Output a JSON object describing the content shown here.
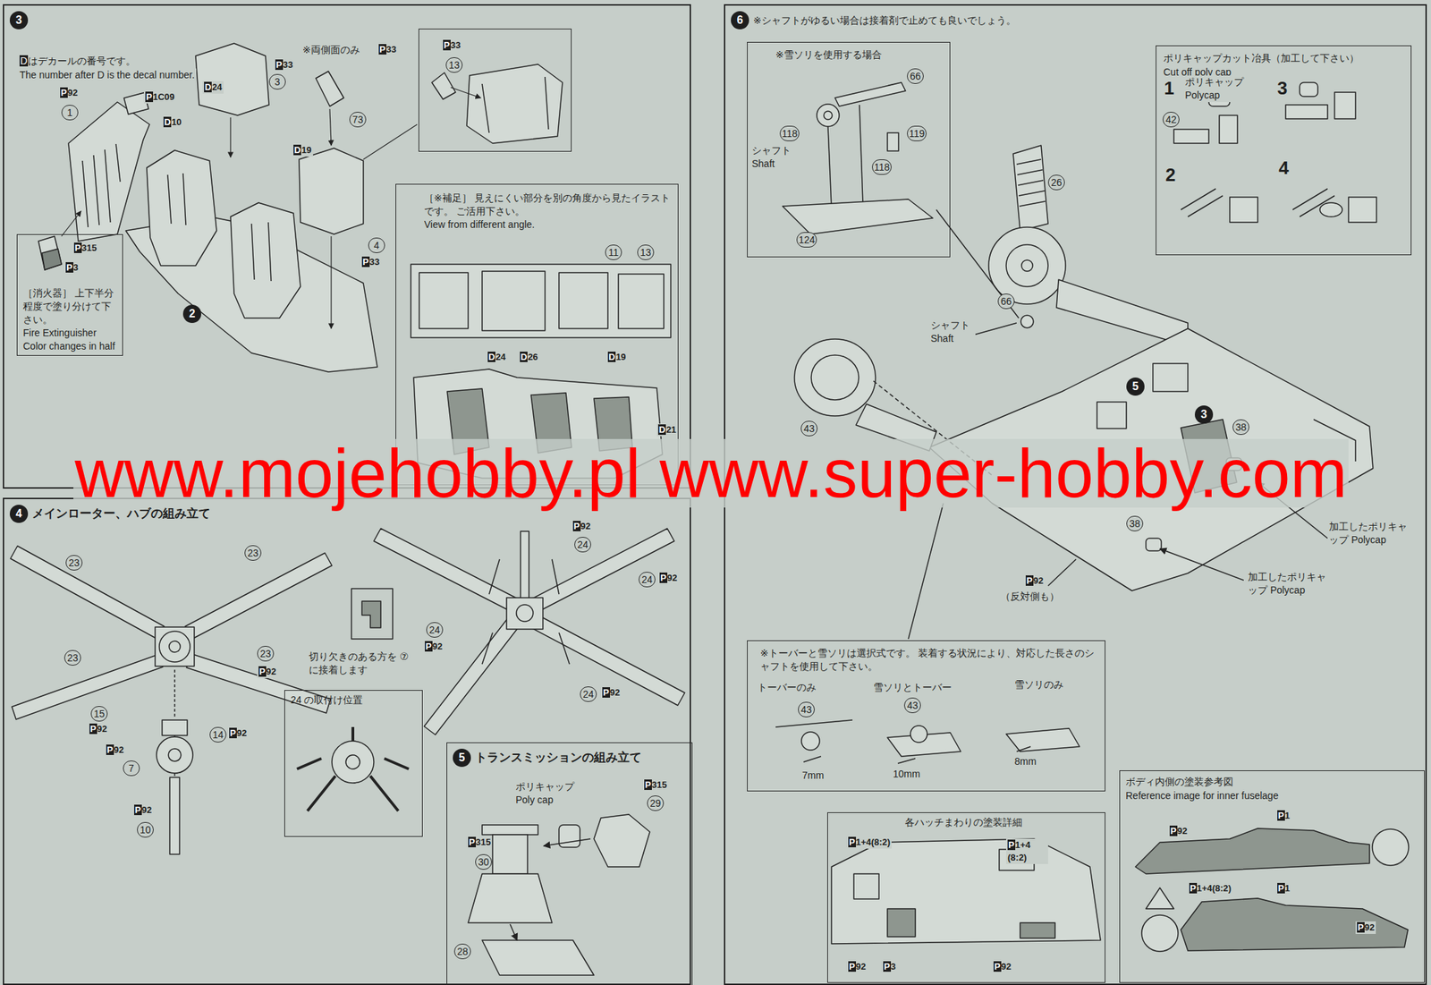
{
  "diagram": {
    "nodes": [
      {
        "text": [
          "3"
        ]
      },
      {
        "text": [
          "［※補足］ 見えにくい部分を別の角度から見たイラストです。 ご活用下さい。",
          "View from different angle."
        ],
        "in": 0
      },
      {
        "text": [
          "P33",
          "13"
        ],
        "in": 0
      },
      {
        "text": [
          "［消火器］ 上下半分程度で塗り分けて下さい。",
          "Fire Extinguisher Color changes in half"
        ],
        "in": 0
      },
      {
        "text": [
          "4",
          "メインローター、ハブの組み立て"
        ]
      },
      {
        "text": [
          "24 の取付け位置"
        ],
        "in": 4
      },
      {
        "text": [
          "5",
          "トランスミッションの組み立て"
        ],
        "in": 4
      },
      {
        "text": [
          "6",
          "※シャフトがゆるい場合は接着剤で止めても良いでしょう。"
        ]
      },
      {
        "text": [
          "※雪ソリを使用する場合"
        ],
        "in": 7
      },
      {
        "text": [
          "ポリキャップカット冶具（加工して下さい）",
          "Cut off poly cap"
        ],
        "in": 7
      },
      {
        "text": [
          "※トーバーと雪ソリは選択式です。 装着する状況により、対応した長さのシャフトを使用して下さい。"
        ],
        "in": 7
      },
      {
        "text": [
          "各ハッチまわりの塗装詳細"
        ],
        "in": 7
      },
      {
        "text": [
          "ボディ内側の塗装参考図",
          "Reference image for inner fuselage"
        ],
        "in": 7
      }
    ],
    "labels": [
      "Dはデカールの番号です。",
      "The number after D is the decal number.",
      "P92",
      "1",
      "P1C09",
      "D10",
      "D24",
      "P33",
      "3",
      "※両側面のみ",
      "P33",
      "73",
      "D19",
      "4",
      "P33",
      "2",
      "P315",
      "P3",
      "11",
      "13",
      "D24",
      "D26",
      "D19",
      "D21",
      "23",
      "23",
      "23",
      "23",
      "P92",
      "15",
      "P92",
      "P92",
      "7",
      "14",
      "P92",
      "P92",
      "10",
      "P92",
      "24",
      "24",
      "P92",
      "24",
      "P92",
      "24",
      "P92",
      "切り欠きのある方を ⑦に接着します",
      "ポリキャップ Poly cap",
      "P315",
      "29",
      "P315",
      "30",
      "28",
      "66",
      "118",
      "119",
      "シャフト Shaft",
      "118",
      "124",
      "26",
      "66",
      "シャフト Shaft",
      "43",
      "5",
      "3",
      "38",
      "38",
      "加工したポリキャップ Polycap",
      "加工したポリキャップ Polycap",
      "P92",
      "（反対側も）",
      "1",
      "ポリキャップ Polycap",
      "42",
      "3",
      "2",
      "4",
      "トーバーのみ",
      "雪ソリとトーバー",
      "雪ソリのみ",
      "43",
      "43",
      "7mm",
      "10mm",
      "8mm",
      "P1+4(8:2)",
      "P1+4 (8:2)",
      "P92",
      "P3",
      "P92",
      "P1",
      "P92",
      "P1+4(8:2)",
      "P1",
      "P92",
      "www.mojehobby.pl www.super-hobby.com"
    ]
  }
}
